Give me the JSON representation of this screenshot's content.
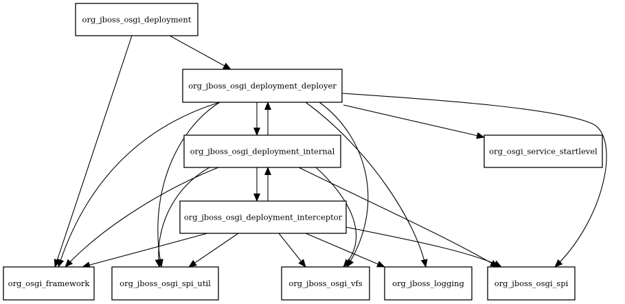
{
  "nodes": [
    {
      "id": "deployment",
      "label": "org_jboss_osgi_deployment"
    },
    {
      "id": "deployer",
      "label": "org_jboss_osgi_deployment_deployer"
    },
    {
      "id": "internal",
      "label": "org_jboss_osgi_deployment_internal"
    },
    {
      "id": "startlevel",
      "label": "org_osgi_service_startlevel"
    },
    {
      "id": "interceptor",
      "label": "org_jboss_osgi_deployment_interceptor"
    },
    {
      "id": "framework",
      "label": "org_osgi_framework"
    },
    {
      "id": "spi_util",
      "label": "org_jboss_osgi_spi_util"
    },
    {
      "id": "vfs",
      "label": "org_jboss_osgi_vfs"
    },
    {
      "id": "logging",
      "label": "org_jboss_logging"
    },
    {
      "id": "spi",
      "label": "org_jboss_osgi_spi"
    }
  ],
  "edges": [
    {
      "from": "deployment",
      "to": "deployer"
    },
    {
      "from": "deployment",
      "to": "framework"
    },
    {
      "from": "deployer",
      "to": "internal"
    },
    {
      "from": "internal",
      "to": "deployer"
    },
    {
      "from": "deployer",
      "to": "startlevel"
    },
    {
      "from": "deployer",
      "to": "spi"
    },
    {
      "from": "deployer",
      "to": "framework"
    },
    {
      "from": "deployer",
      "to": "spi_util"
    },
    {
      "from": "deployer",
      "to": "vfs"
    },
    {
      "from": "deployer",
      "to": "logging"
    },
    {
      "from": "internal",
      "to": "interceptor"
    },
    {
      "from": "interceptor",
      "to": "internal"
    },
    {
      "from": "internal",
      "to": "framework"
    },
    {
      "from": "internal",
      "to": "spi_util"
    },
    {
      "from": "internal",
      "to": "vfs"
    },
    {
      "from": "internal",
      "to": "spi"
    },
    {
      "from": "interceptor",
      "to": "framework"
    },
    {
      "from": "interceptor",
      "to": "spi_util"
    },
    {
      "from": "interceptor",
      "to": "vfs"
    },
    {
      "from": "interceptor",
      "to": "logging"
    },
    {
      "from": "interceptor",
      "to": "spi"
    }
  ]
}
